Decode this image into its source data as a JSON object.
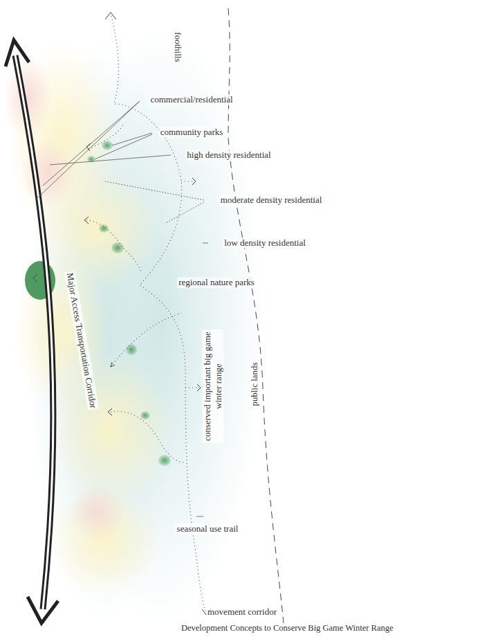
{
  "diagram": {
    "caption": "Development Concepts to Conserve Big Game Winter Range",
    "labels": [
      "foothills",
      "commercial/residential",
      "community parks",
      "high density residential",
      "moderate density residential",
      "low density residential",
      "regional nature parks",
      "conserved important big game winter range",
      "public lands",
      "Major Access Transportation Corridor",
      "seasonal use trail",
      "movement corridor"
    ]
  }
}
